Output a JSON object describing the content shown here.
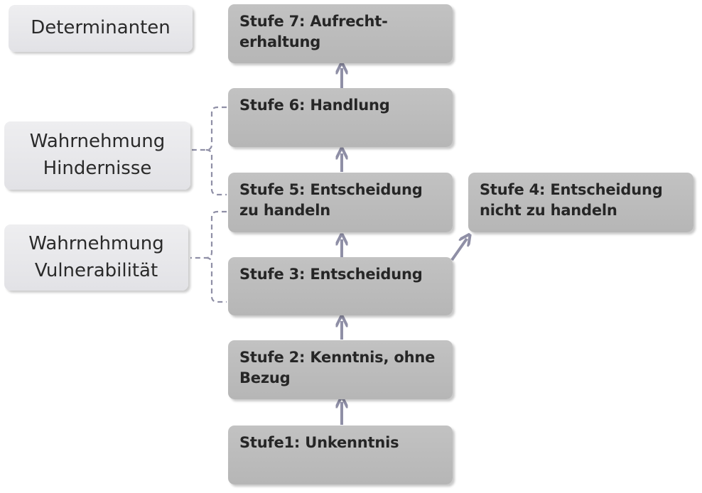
{
  "determinants_header": "Determinanten",
  "determinants": [
    {
      "line1": "Wahrnehmung",
      "line2": "Hindernisse"
    },
    {
      "line1": "Wahrnehmung",
      "line2": "Vulnerabilität"
    }
  ],
  "stages": {
    "stage7": {
      "line1": "Stufe 7: Aufrecht-",
      "line2": "erhaltung"
    },
    "stage6": {
      "line1": "Stufe 6: Handlung"
    },
    "stage5": {
      "line1": "Stufe 5: Entscheidung",
      "line2": "zu handeln"
    },
    "stage4": {
      "line1": "Stufe 4: Entscheidung",
      "line2": "nicht zu handeln"
    },
    "stage3": {
      "line1": "Stufe 3: Entscheidung"
    },
    "stage2": {
      "line1": "Stufe 2: Kenntnis, ohne",
      "line2": "Bezug"
    },
    "stage1": {
      "line1": "Stufe1: Unkenntnis"
    }
  },
  "colors": {
    "stage_box": "#bdbdbd",
    "determinant_box": "#e6e6ea",
    "arrow": "#8f8fa6",
    "bracket": "#8f8fa6"
  }
}
